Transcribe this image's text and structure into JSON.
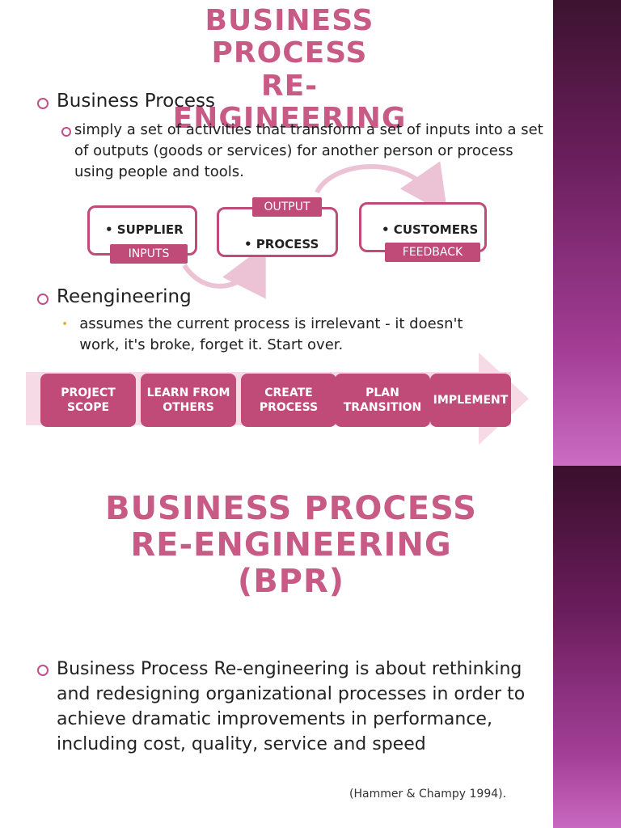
{
  "slide1": {
    "title_line1": "BUSINESS PROCESS",
    "title_line2": "RE-ENGINEERING",
    "bp_heading": "Business Process",
    "bp_definition": "simply a set of activities that transform a set of inputs into a set of outputs (goods or services) for another person or process using people and tools.",
    "diagram": {
      "supplier": "• SUPPLIER",
      "inputs": "INPUTS",
      "process": "• PROCESS",
      "output": "OUTPUT",
      "customers": "• CUSTOMERS",
      "feedback": "FEEDBACK"
    },
    "re_heading": "Reengineering",
    "re_point": "assumes the current process is irrelevant - it doesn't work, it's broke, forget it. Start over.",
    "steps": [
      "PROJECT\nSCOPE",
      "LEARN FROM\nOTHERS",
      "CREATE\nPROCESS",
      "PLAN\nTRANSITION",
      "IMPLEMENT"
    ]
  },
  "slide2": {
    "title_line1": "BUSINESS PROCESS",
    "title_line2": "RE-ENGINEERING (BPR)",
    "definition": "Business Process Re-engineering is about rethinking and redesigning organizational processes in order to achieve dramatic improvements in performance, including cost, quality, service and speed",
    "citation": "(Hammer & Champy 1994)."
  },
  "colors": {
    "accent": "#c04a78",
    "title": "#c85a86",
    "edge_dark": "#3d1230",
    "edge_light": "#cc6cc3",
    "band": "#f6dbe6"
  },
  "icons": [
    "ring-bullet-icon",
    "dot-bullet-icon",
    "curved-arrow-icon",
    "chevron-arrow-icon"
  ]
}
